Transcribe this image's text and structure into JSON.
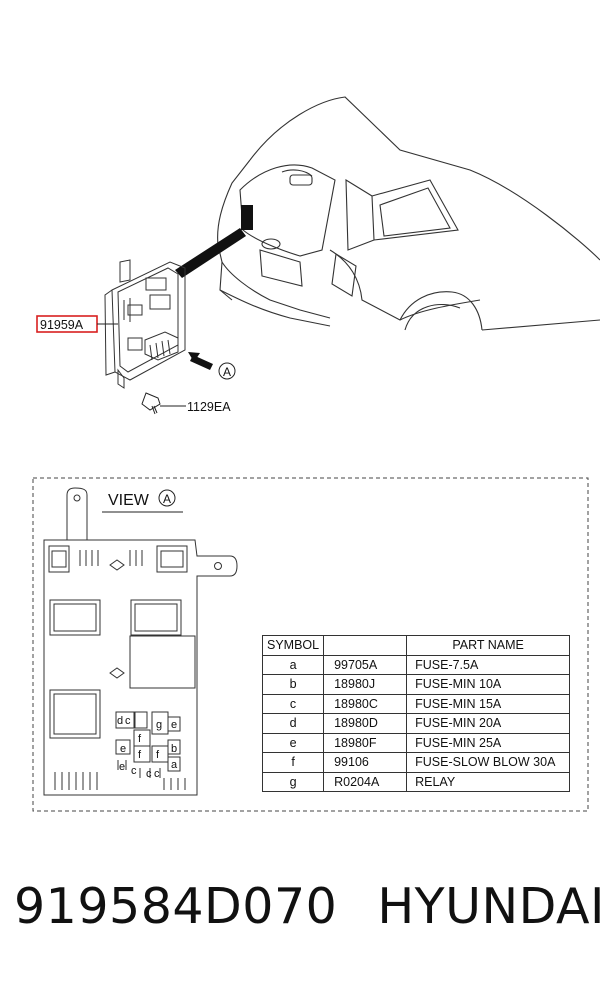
{
  "callouts": {
    "part_label": "91959A",
    "bolt_label": "1129EA",
    "view_marker": "A"
  },
  "view": {
    "title": "VIEW",
    "marker": "A",
    "relay_letters": {
      "d": "d",
      "c": "c",
      "g": "g",
      "e": "e",
      "f": "f",
      "a": "a",
      "b": "b"
    }
  },
  "table": {
    "headers": {
      "symbol": "SYMBOL",
      "part_no": "",
      "part_name": "PART NAME"
    },
    "rows": [
      {
        "symbol": "a",
        "part_no": "99705A",
        "part_name": "FUSE-7.5A"
      },
      {
        "symbol": "b",
        "part_no": "18980J",
        "part_name": "FUSE-MIN 10A"
      },
      {
        "symbol": "c",
        "part_no": "18980C",
        "part_name": "FUSE-MIN 15A"
      },
      {
        "symbol": "d",
        "part_no": "18980D",
        "part_name": "FUSE-MIN 20A"
      },
      {
        "symbol": "e",
        "part_no": "18980F",
        "part_name": "FUSE-MIN 25A"
      },
      {
        "symbol": "f",
        "part_no": "99106",
        "part_name": "FUSE-SLOW BLOW 30A"
      },
      {
        "symbol": "g",
        "part_no": "R0204A",
        "part_name": "RELAY"
      }
    ]
  },
  "footer": {
    "part_number": "919584D070",
    "brand": "HYUNDAI"
  },
  "colors": {
    "highlight": "#d92020",
    "line": "#222222"
  }
}
